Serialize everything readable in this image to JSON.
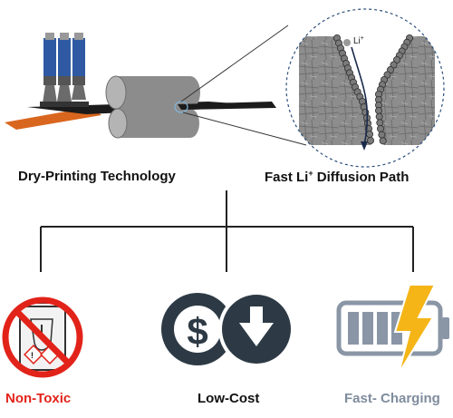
{
  "labels": {
    "dry_printing": "Dry-Printing Technology",
    "fast_li_prefix": "Fast Li",
    "fast_li_sup": "+",
    "fast_li_suffix": " Diffusion Path",
    "li_ion_main": "Li",
    "li_ion_sup": "+",
    "non_toxic": "Non-Toxic",
    "low_cost": "Low-Cost",
    "fast_charging": "Fast- Charging"
  },
  "colors": {
    "non_toxic": "#e2231a",
    "low_cost": "#111111",
    "fast_charging": "#7f8c9d",
    "nozzle_blue": "#2f5aa3",
    "roller_gray": "#8c8c8c",
    "foil_orange": "#d9661f",
    "dollar_dark": "#2d3a45",
    "battery_gray": "#8a96a6",
    "bolt_yellow": "#f5b517"
  },
  "icons": {
    "non_toxic": "no-toxic-chemical-icon",
    "low_cost": "dollar-down-icon",
    "fast_charging": "battery-lightning-icon"
  }
}
